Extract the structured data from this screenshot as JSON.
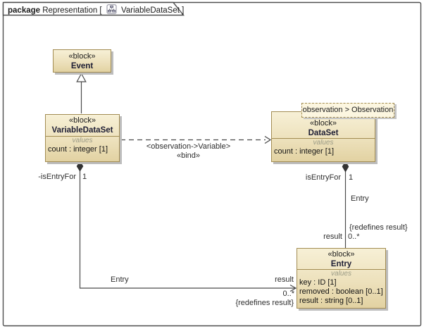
{
  "frame": {
    "kind": "package-diagram-frame",
    "keyword": "package",
    "context": "Representation [",
    "diagram_name": "VariableDataSet ]",
    "icon": "diagram-icon"
  },
  "blocks": {
    "event": {
      "stereotype": "«block»",
      "name": "Event"
    },
    "variable_data_set": {
      "stereotype": "«block»",
      "name": "VariableDataSet",
      "compartment_label": "values",
      "values": [
        "count : integer [1]"
      ]
    },
    "data_set": {
      "stereotype": "«block»",
      "name": "DataSet",
      "tab_label": "observation > Observation",
      "compartment_label": "values",
      "values": [
        "count : integer [1]"
      ]
    },
    "entry": {
      "stereotype": "«block»",
      "name": "Entry",
      "compartment_label": "values",
      "values": [
        "key : ID [1]",
        "removed : boolean [0..1]",
        "result : string [0..1]"
      ]
    }
  },
  "connectors": {
    "generalization": {
      "from": "VariableDataSet",
      "to": "Event"
    },
    "bind": {
      "name": "<observation->Variable>",
      "stereotype": "«bind»"
    },
    "left_association": {
      "role_near": "-isEntryFor",
      "mult_near": "1",
      "name": "Entry",
      "role_far": "result",
      "mult_far": "0..*",
      "constraint": "{redefines result}"
    },
    "right_association": {
      "role_near": "isEntryFor",
      "mult_near": "1",
      "name": "Entry",
      "role_far": "result",
      "mult_far": "0..*",
      "constraint": "{redefines result}"
    }
  },
  "colors": {
    "block_fill_top": "#F7F0D6",
    "block_fill_bottom": "#E2D2A2",
    "block_border": "#A28C52",
    "connector_line": "#4a4a4a",
    "shadow": "#bdbdbd",
    "values_label_gray": "#9b9b86"
  }
}
